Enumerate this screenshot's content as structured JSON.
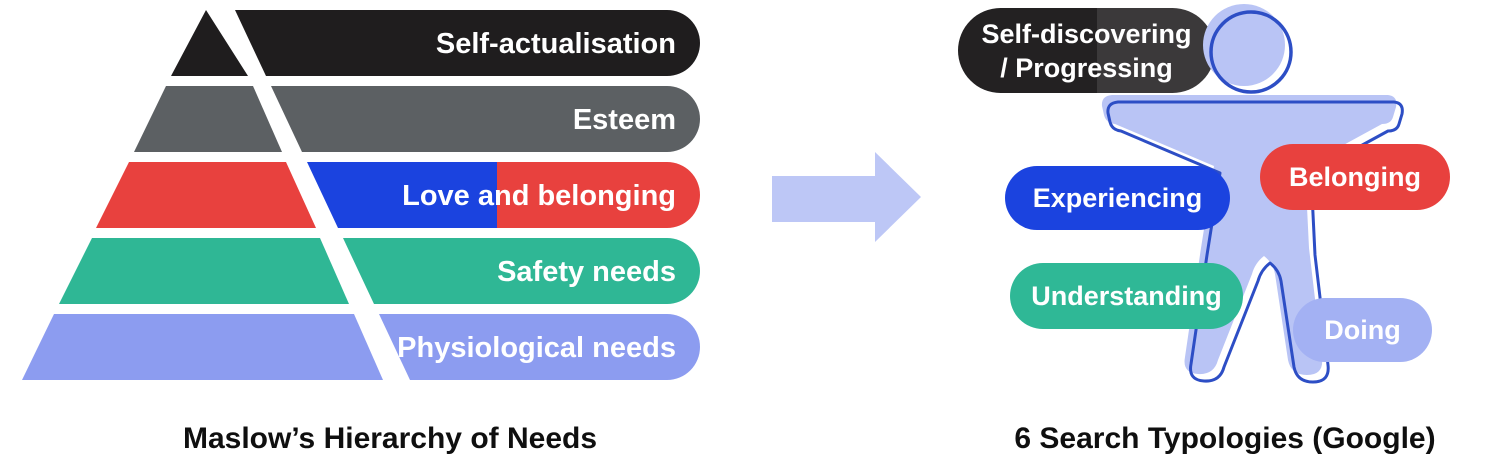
{
  "left_diagram": {
    "caption": "Maslow’s Hierarchy of Needs",
    "text_color": "#ffffff",
    "levels": [
      {
        "label": "Self-actualisation",
        "color": "#1f1d1e"
      },
      {
        "label": "Esteem",
        "color": "#5c6063"
      },
      {
        "label": "Love and belonging",
        "color": "#e8413e",
        "secondary_color": "#1b43df"
      },
      {
        "label": "Safety needs",
        "color": "#2fb795"
      },
      {
        "label": "Physiological needs",
        "color": "#8c9cf0"
      }
    ]
  },
  "arrow": {
    "color": "#bdc7f6"
  },
  "right_diagram": {
    "caption": "6 Search Typologies (Google)",
    "figure": {
      "fill": "#b9c4f5",
      "outline": "#2d4ec5"
    },
    "pills": {
      "self_discovering": {
        "label": "Self-discovering\n/ Progressing",
        "color_left": "#232122",
        "color_right": "#3b393a"
      },
      "experiencing": {
        "label": "Experiencing",
        "color": "#1b43df"
      },
      "belonging": {
        "label": "Belonging",
        "color": "#e8413e"
      },
      "understanding": {
        "label": "Understanding",
        "color": "#2fb896"
      },
      "doing": {
        "label": "Doing",
        "color": "#a3b1f3"
      }
    }
  }
}
